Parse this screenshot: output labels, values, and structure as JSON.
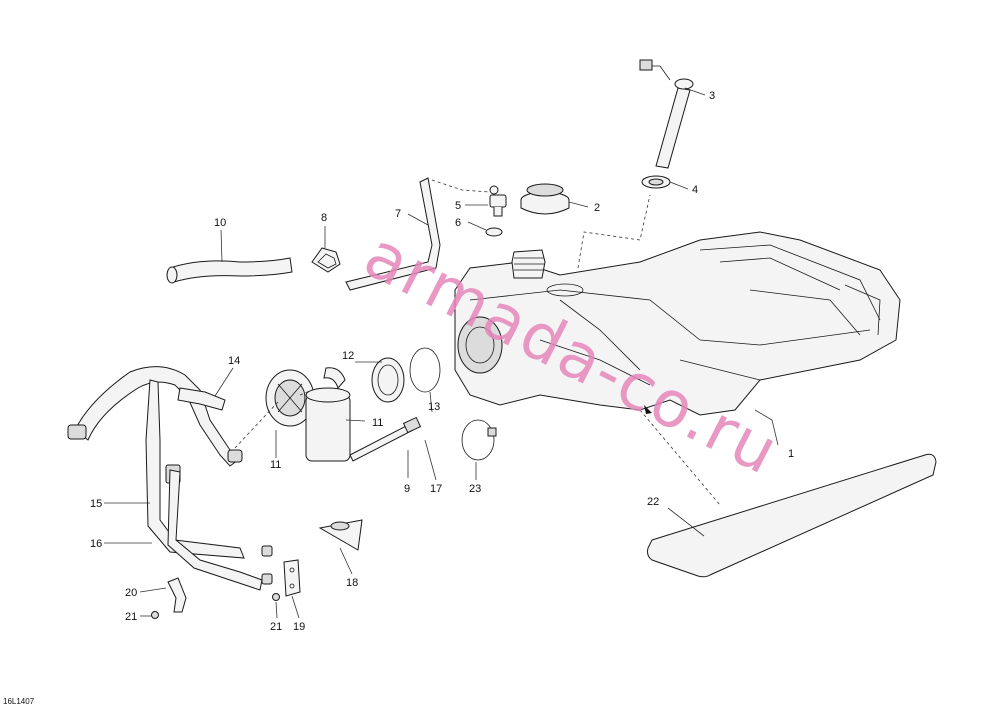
{
  "figure_code": "16L1407",
  "watermark_text": "armada-co.ru",
  "watermark_color": "#e486b8",
  "callouts": {
    "c1": "1",
    "c2": "2",
    "c3": "3",
    "c4": "4",
    "c5": "5",
    "c6": "6",
    "c7": "7",
    "c8": "8",
    "c9": "9",
    "c10": "10",
    "c11a": "11",
    "c11b": "11",
    "c12": "12",
    "c13": "13",
    "c14": "14",
    "c15": "15",
    "c16": "16",
    "c17": "17",
    "c18": "18",
    "c19": "19",
    "c20": "20",
    "c21a": "21",
    "c21b": "21",
    "c22": "22",
    "c23": "23"
  }
}
